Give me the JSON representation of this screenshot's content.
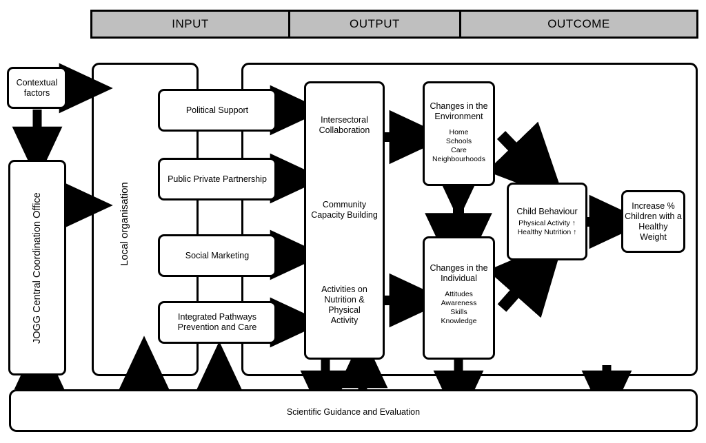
{
  "header": {
    "sections": [
      {
        "label": "INPUT"
      },
      {
        "label": "OUTPUT"
      },
      {
        "label": "OUTCOME"
      }
    ]
  },
  "left_column": {
    "contextual_factors": {
      "label": "Contextual\nfactors"
    },
    "jogg_office": {
      "label": "JOGG Central Coordination Office"
    }
  },
  "local_organisation": {
    "label": "Local organisation"
  },
  "input_boxes": [
    {
      "label": "Political Support"
    },
    {
      "label": "Public Private Partnership"
    },
    {
      "label": "Social Marketing"
    },
    {
      "label": "Integrated Pathways Prevention and Care"
    }
  ],
  "output_box": {
    "items": [
      {
        "label": "Intersectoral\nCollaboration"
      },
      {
        "label": "Community\nCapacity Building"
      },
      {
        "label": "Activities on\nNutrition &\nPhysical\nActivity"
      }
    ]
  },
  "outcome": {
    "environment": {
      "title": "Changes in the\nEnvironment",
      "sub": "Home\nSchools\nCare\nNeighbourhoods"
    },
    "individual": {
      "title": "Changes in the\nIndividual",
      "sub": "Attitudes\nAwareness\nSkills\nKnowledge"
    },
    "child_behaviour": {
      "title": "Child Behaviour",
      "sub": "Physical Activity ↑\nHealthy Nutrition ↑"
    },
    "final": {
      "title": "Increase %\nChildren with a\nHealthy\nWeight"
    }
  },
  "footer": {
    "label": "Scientific Guidance and Evaluation"
  },
  "colors": {
    "header_fill": "#bfbfbf",
    "stroke": "#000000",
    "box_fill": "#ffffff"
  }
}
